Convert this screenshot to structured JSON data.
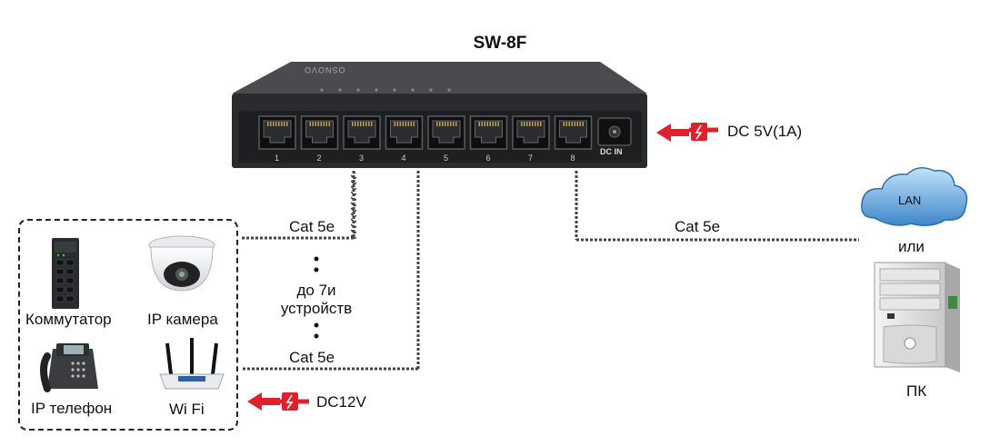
{
  "switch": {
    "model": "SW-8F",
    "brand": "OSNOVO",
    "port_numbers": [
      "1",
      "2",
      "3",
      "4",
      "5",
      "6",
      "7",
      "8"
    ],
    "dc_in_label": "DC IN"
  },
  "power": {
    "switch_input": "DC 5V(1A)",
    "device_input": "DC12V"
  },
  "cables": {
    "upper_left": "Cat 5e",
    "lower_left": "Cat 5e",
    "right": "Cat 5e"
  },
  "note": {
    "line1": "до 7и",
    "line2": "устройств"
  },
  "devices": {
    "switch": "Коммутатор",
    "ip_camera": "IP камера",
    "ip_phone": "IP телефон",
    "wifi": "Wi Fi"
  },
  "network": {
    "lan": "LAN",
    "or": "или",
    "pc": "ПК"
  },
  "colors": {
    "arrow_red": "#e0202a",
    "switch_body": "#2a2b2e",
    "cloud_blue": "#3f86c9"
  }
}
